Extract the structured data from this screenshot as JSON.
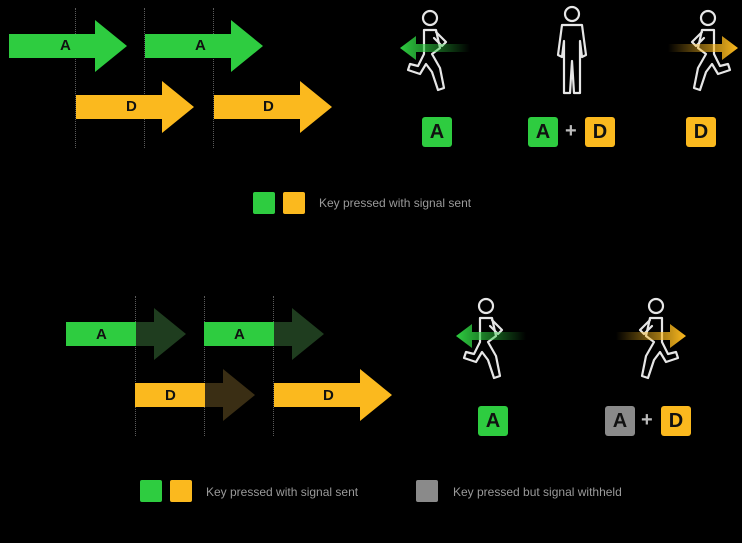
{
  "colors": {
    "green": "#2ecc40",
    "yellow": "#fbb91e",
    "gray": "#8a8a8a",
    "background": "#000000"
  },
  "top": {
    "arrows": [
      {
        "label": "A",
        "color": "green",
        "state": "sent"
      },
      {
        "label": "A",
        "color": "green",
        "state": "sent"
      },
      {
        "label": "D",
        "color": "yellow",
        "state": "sent"
      },
      {
        "label": "D",
        "color": "yellow",
        "state": "sent"
      }
    ],
    "figures": [
      {
        "pose": "running-left",
        "keys": [
          "A"
        ]
      },
      {
        "pose": "standing",
        "keys": [
          "A",
          "D"
        ],
        "joiner": "+"
      },
      {
        "pose": "running-right",
        "keys": [
          "D"
        ]
      }
    ],
    "legend": {
      "label": "Key pressed with signal sent"
    }
  },
  "bottom": {
    "arrows": [
      {
        "label": "A",
        "color": "green",
        "state": "sent"
      },
      {
        "label": "A",
        "color": "green",
        "state": "sent"
      },
      {
        "label": "D",
        "color": "yellow",
        "state": "sent"
      },
      {
        "label": "D",
        "color": "yellow",
        "state": "sent"
      }
    ],
    "figures": [
      {
        "pose": "running-left",
        "keys": [
          "A"
        ]
      },
      {
        "pose": "running-right",
        "keys": [
          "A",
          "D"
        ],
        "joiner": "+",
        "withheld_key": "A"
      }
    ],
    "legend": [
      {
        "label": "Key pressed with signal sent"
      },
      {
        "label": "Key pressed but signal withheld"
      }
    ]
  }
}
